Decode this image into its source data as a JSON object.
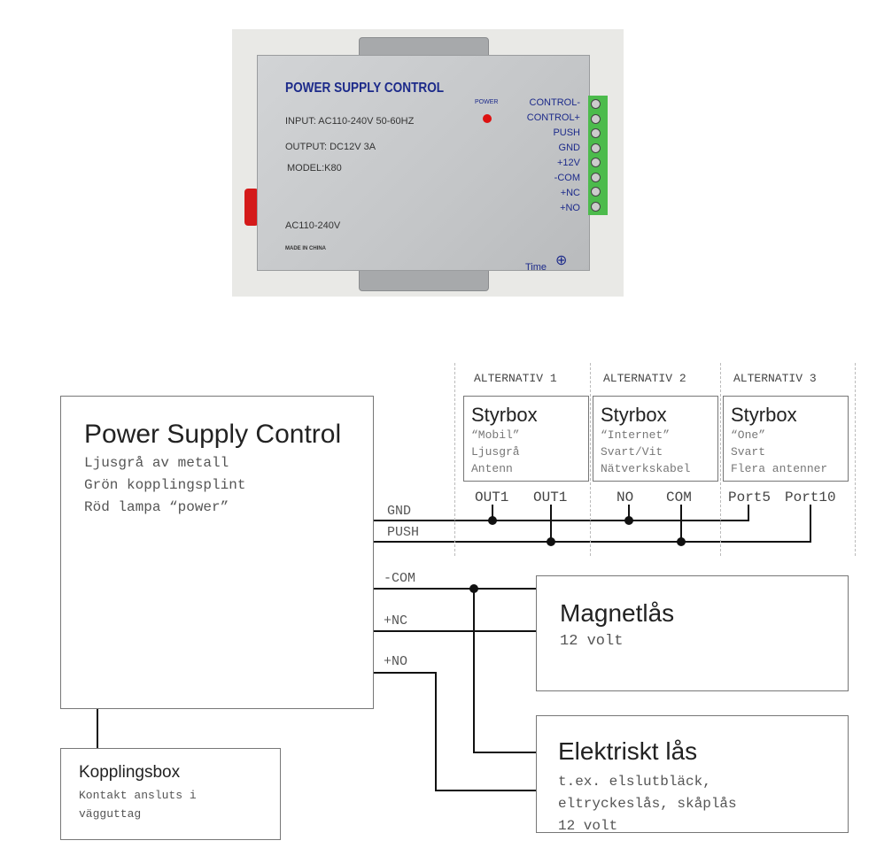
{
  "photo": {
    "title": "POWER SUPPLY CONTROL",
    "input": "INPUT: AC110-240V 50-60HZ",
    "output": "OUTPUT: DC12V  3A",
    "model": "MODEL:K80",
    "ac": "AC110-240V",
    "made_in": "MADE IN CHINA",
    "power_led": "POWER",
    "terminals": [
      "CONTROL-",
      "CONTROL+",
      "PUSH",
      "GND",
      "+12V",
      "-COM",
      "+NC",
      "+NO"
    ],
    "time": "Time"
  },
  "psc": {
    "title": "Power Supply Control",
    "lines": [
      "Ljusgrå av metall",
      "Grön kopplingsplint",
      "Röd lampa “power”"
    ]
  },
  "wires": {
    "gnd": "GND",
    "push": "PUSH",
    "com": "-COM",
    "nc": "+NC",
    "no": "+NO"
  },
  "alternatives": [
    {
      "header": "ALTERNATIV 1",
      "title": "Styrbox",
      "lines": [
        "“Mobil”",
        "Ljusgrå",
        "Antenn"
      ],
      "ports": [
        "OUT1",
        "OUT1"
      ]
    },
    {
      "header": "ALTERNATIV 2",
      "title": "Styrbox",
      "lines": [
        "“Internet”",
        "Svart/Vit",
        "Nätverkskabel"
      ],
      "ports": [
        "NO",
        "COM"
      ]
    },
    {
      "header": "ALTERNATIV 3",
      "title": "Styrbox",
      "lines": [
        "“One”",
        "Svart",
        "Flera antenner"
      ],
      "ports": [
        "Port5",
        "Port10"
      ]
    }
  ],
  "magnet": {
    "title": "Magnetlås",
    "lines": [
      "12 volt"
    ]
  },
  "electric": {
    "title": "Elektriskt lås",
    "lines": [
      "t.ex. elslutbläck,",
      "eltryckeslås, skåplås",
      "12 volt"
    ]
  },
  "koppling": {
    "title": "Kopplingsbox",
    "lines": [
      "Kontakt ansluts i",
      "vägguttag"
    ]
  }
}
